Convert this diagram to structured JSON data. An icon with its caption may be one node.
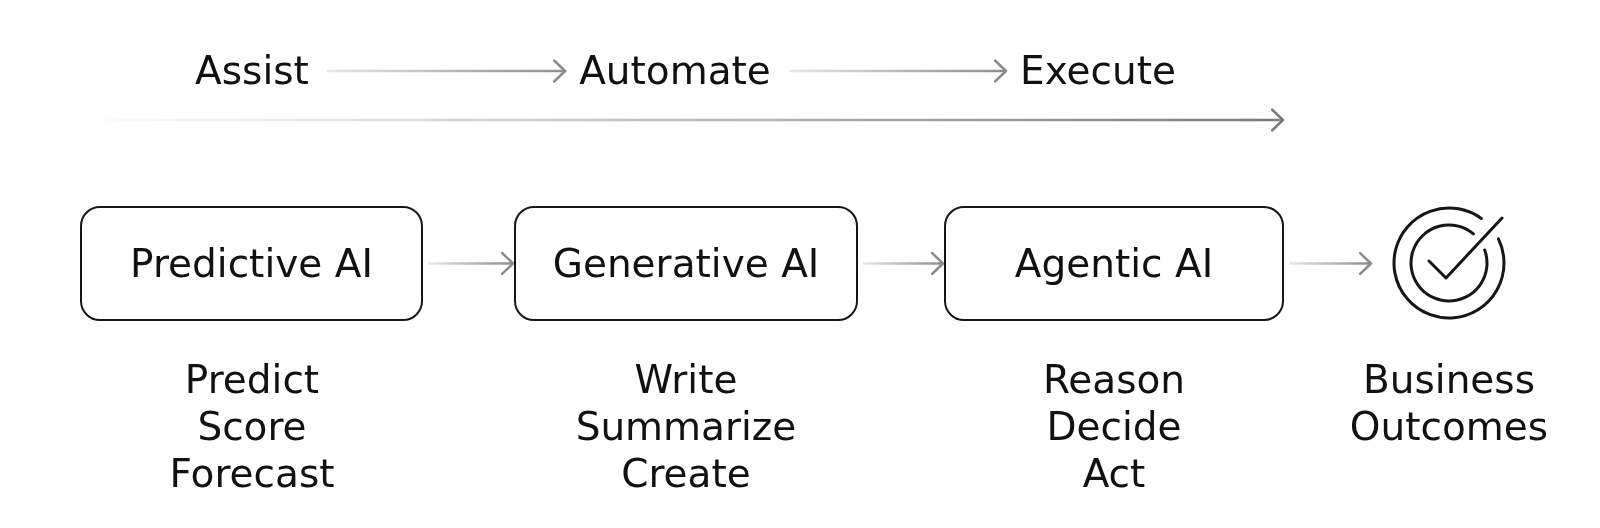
{
  "diagram": {
    "nodes": [
      {
        "text": [
          "Assist"
        ]
      },
      {
        "text": [
          "Automate"
        ]
      },
      {
        "text": [
          "Execute"
        ]
      },
      {
        "text": [
          "Predictive AI"
        ],
        "beside": [
          "Predict",
          "Score",
          "Forecast"
        ]
      },
      {
        "text": [
          "Generative AI"
        ],
        "beside": [
          "Write",
          "Summarize",
          "Create"
        ]
      },
      {
        "text": [
          "Agentic AI"
        ],
        "beside": [
          "Reason",
          "Decide",
          "Act"
        ]
      },
      {
        "text": [],
        "shape": "picture",
        "beside": [
          "Business Outcomes"
        ]
      }
    ],
    "edges": [
      {
        "from": 0,
        "to": 1,
        "arrow": "to"
      },
      {
        "from": 1,
        "to": 2,
        "arrow": "to"
      },
      {
        "from": 3,
        "to": 4,
        "arrow": "to"
      },
      {
        "from": 4,
        "to": 5,
        "arrow": "to"
      },
      {
        "from": 5,
        "to": 6,
        "arrow": "to"
      }
    ]
  }
}
